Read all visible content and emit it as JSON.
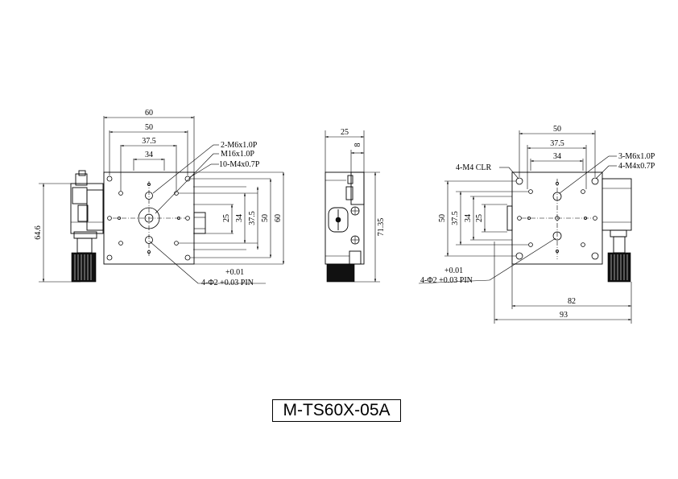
{
  "model": "M-TS60X-05A",
  "front_view": {
    "dims": {
      "width_60": "60",
      "width_50": "50",
      "width_37_5": "37.5",
      "width_34": "34",
      "v25": "25",
      "v34": "34",
      "v37_5": "37.5",
      "v50": "50",
      "v60": "60",
      "height_64_6": "64.6"
    },
    "callouts": {
      "m6": "2-M6x1.0P",
      "m16": "M16x1.0P",
      "m4": "10-M4x0.7P",
      "pin_tol": "+0.01",
      "pin": "4-Φ2 +0.03 PIN"
    }
  },
  "side_view": {
    "dims": {
      "width_25": "25",
      "small_8": "8",
      "height_71_35": "71.35"
    }
  },
  "rear_view": {
    "dims": {
      "width_50": "50",
      "width_37_5": "37.5",
      "width_34": "34",
      "v50": "50",
      "v37_5": "37.5",
      "v34": "34",
      "v25": "25",
      "w82": "82",
      "w93": "93"
    },
    "callouts": {
      "m4clr": "4-M4 CLR",
      "m6": "3-M6x1.0P",
      "m4": "4-M4x0.7P",
      "pin_tol": "+0.01",
      "pin": "4-Φ2 +0.03 PIN"
    }
  }
}
